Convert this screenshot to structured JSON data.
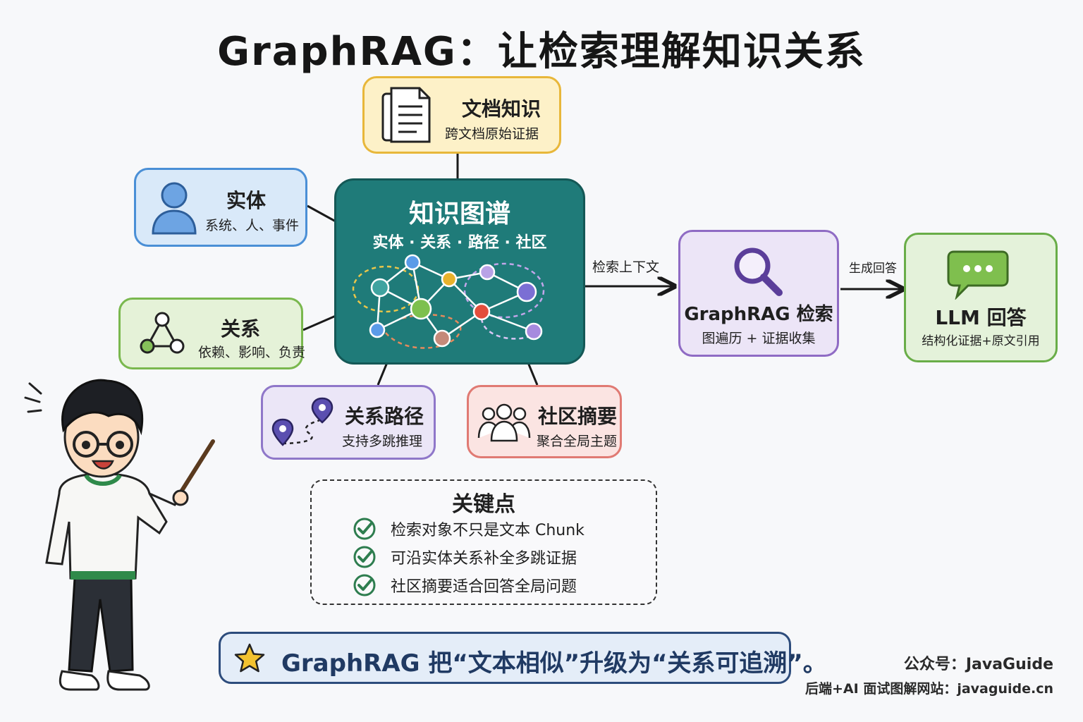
{
  "title": "GraphRAG：让检索理解知识关系",
  "nodes": {
    "documents": {
      "title": "文档知识",
      "subtitle": "跨文档原始证据"
    },
    "entity": {
      "title": "实体",
      "subtitle": "系统、人、事件"
    },
    "relation": {
      "title": "关系",
      "subtitle": "依赖、影响、负责"
    },
    "path": {
      "title": "关系路径",
      "subtitle": "支持多跳推理"
    },
    "community": {
      "title": "社区摘要",
      "subtitle": "聚合全局主题"
    },
    "knowledge_graph": {
      "title": "知识图谱",
      "subtitle": "实体 · 关系 · 路径 · 社区"
    },
    "graphrag_search": {
      "title": "GraphRAG 检索",
      "subtitle": "图遍历 + 证据收集"
    },
    "llm_answer": {
      "title": "LLM 回答",
      "subtitle": "结构化证据+原文引用"
    }
  },
  "edges": {
    "kg_to_search": "检索上下文",
    "search_to_llm": "生成回答"
  },
  "key_points": {
    "title": "关键点",
    "items": [
      "检索对象不只是文本 Chunk",
      "可沿实体关系补全多跳证据",
      "社区摘要适合回答全局问题"
    ]
  },
  "summary": "GraphRAG 把“文本相似”升级为“关系可追溯”。",
  "credits": {
    "account": "公众号：JavaGuide",
    "site": "后端+AI 面试图解网站：javaguide.cn"
  },
  "colors": {
    "kg_fill": "#1f7b79",
    "check": "#2e7d4f",
    "star": "#f2c230",
    "summary_border": "#2d4c7c"
  },
  "icons": {
    "documents": "document-stack-icon",
    "entity": "user-icon",
    "relation": "triangle-nodes-icon",
    "path": "map-pin-route-icon",
    "community": "group-icon",
    "search": "magnifier-icon",
    "llm": "chat-bubble-icon",
    "summary": "star-icon",
    "key_points": "check-circle-icon"
  }
}
